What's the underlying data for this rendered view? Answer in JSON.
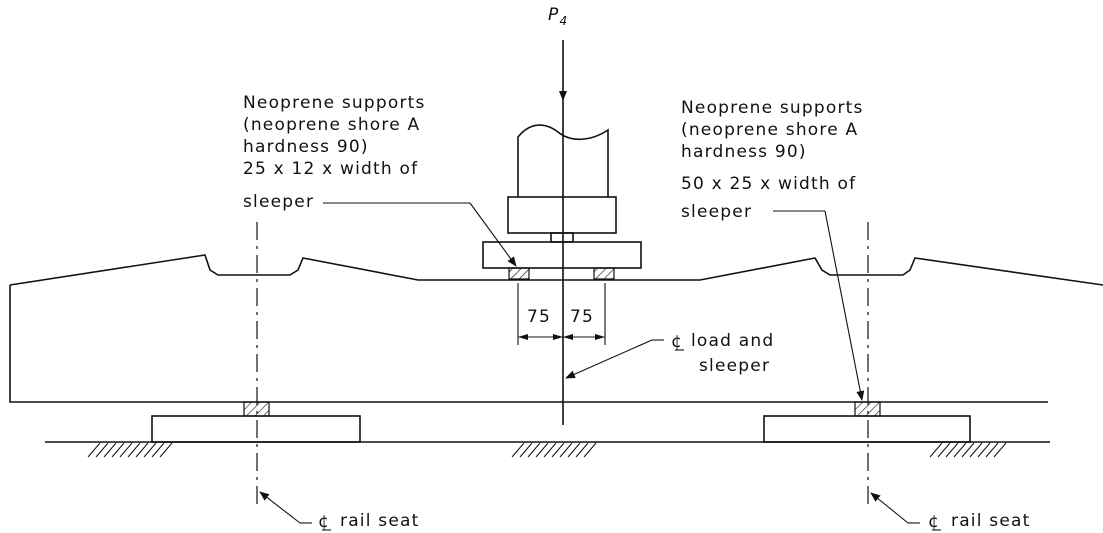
{
  "load": {
    "symbol": "P",
    "subscript": "4"
  },
  "callouts": {
    "left_support": [
      "Neoprene supports",
      "(neoprene shore A",
      "hardness 90)",
      "25 x 12 x width of",
      "sleeper"
    ],
    "right_support": [
      "Neoprene supports",
      "(neoprene shore A",
      "hardness 90)",
      "50 x 25 x width of",
      "sleeper"
    ],
    "center_line": [
      "load and",
      "sleeper"
    ],
    "left_rail_seat": "rail seat",
    "right_rail_seat": "rail seat"
  },
  "dimensions": {
    "left": "75",
    "right": "75"
  },
  "icons": {
    "centerline": "centerline-symbol-icon"
  }
}
